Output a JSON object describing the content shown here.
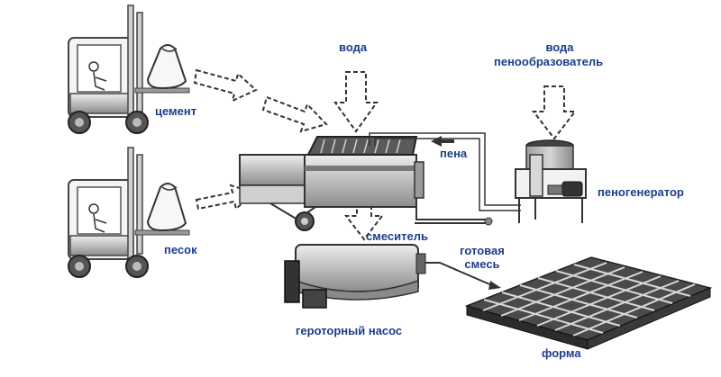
{
  "labels": {
    "cement": "цемент",
    "sand": "песок",
    "water_top": "вода",
    "water_right": "вода",
    "foaming_agent": "пенообразователь",
    "foam": "пена",
    "foam_generator": "пеногенератор",
    "mixer": "смеситель",
    "ready_mix_line1": "готовая",
    "ready_mix_line2": "смесь",
    "gerotor_pump": "героторный насос",
    "mold": "форма"
  },
  "colors": {
    "label_text": "#1c3d8a",
    "equipment_dark": "#3a3a3a",
    "equipment_mid": "#9a9a9a",
    "equipment_light": "#d9d9d9",
    "flow_arrow_stroke": "#333333"
  }
}
